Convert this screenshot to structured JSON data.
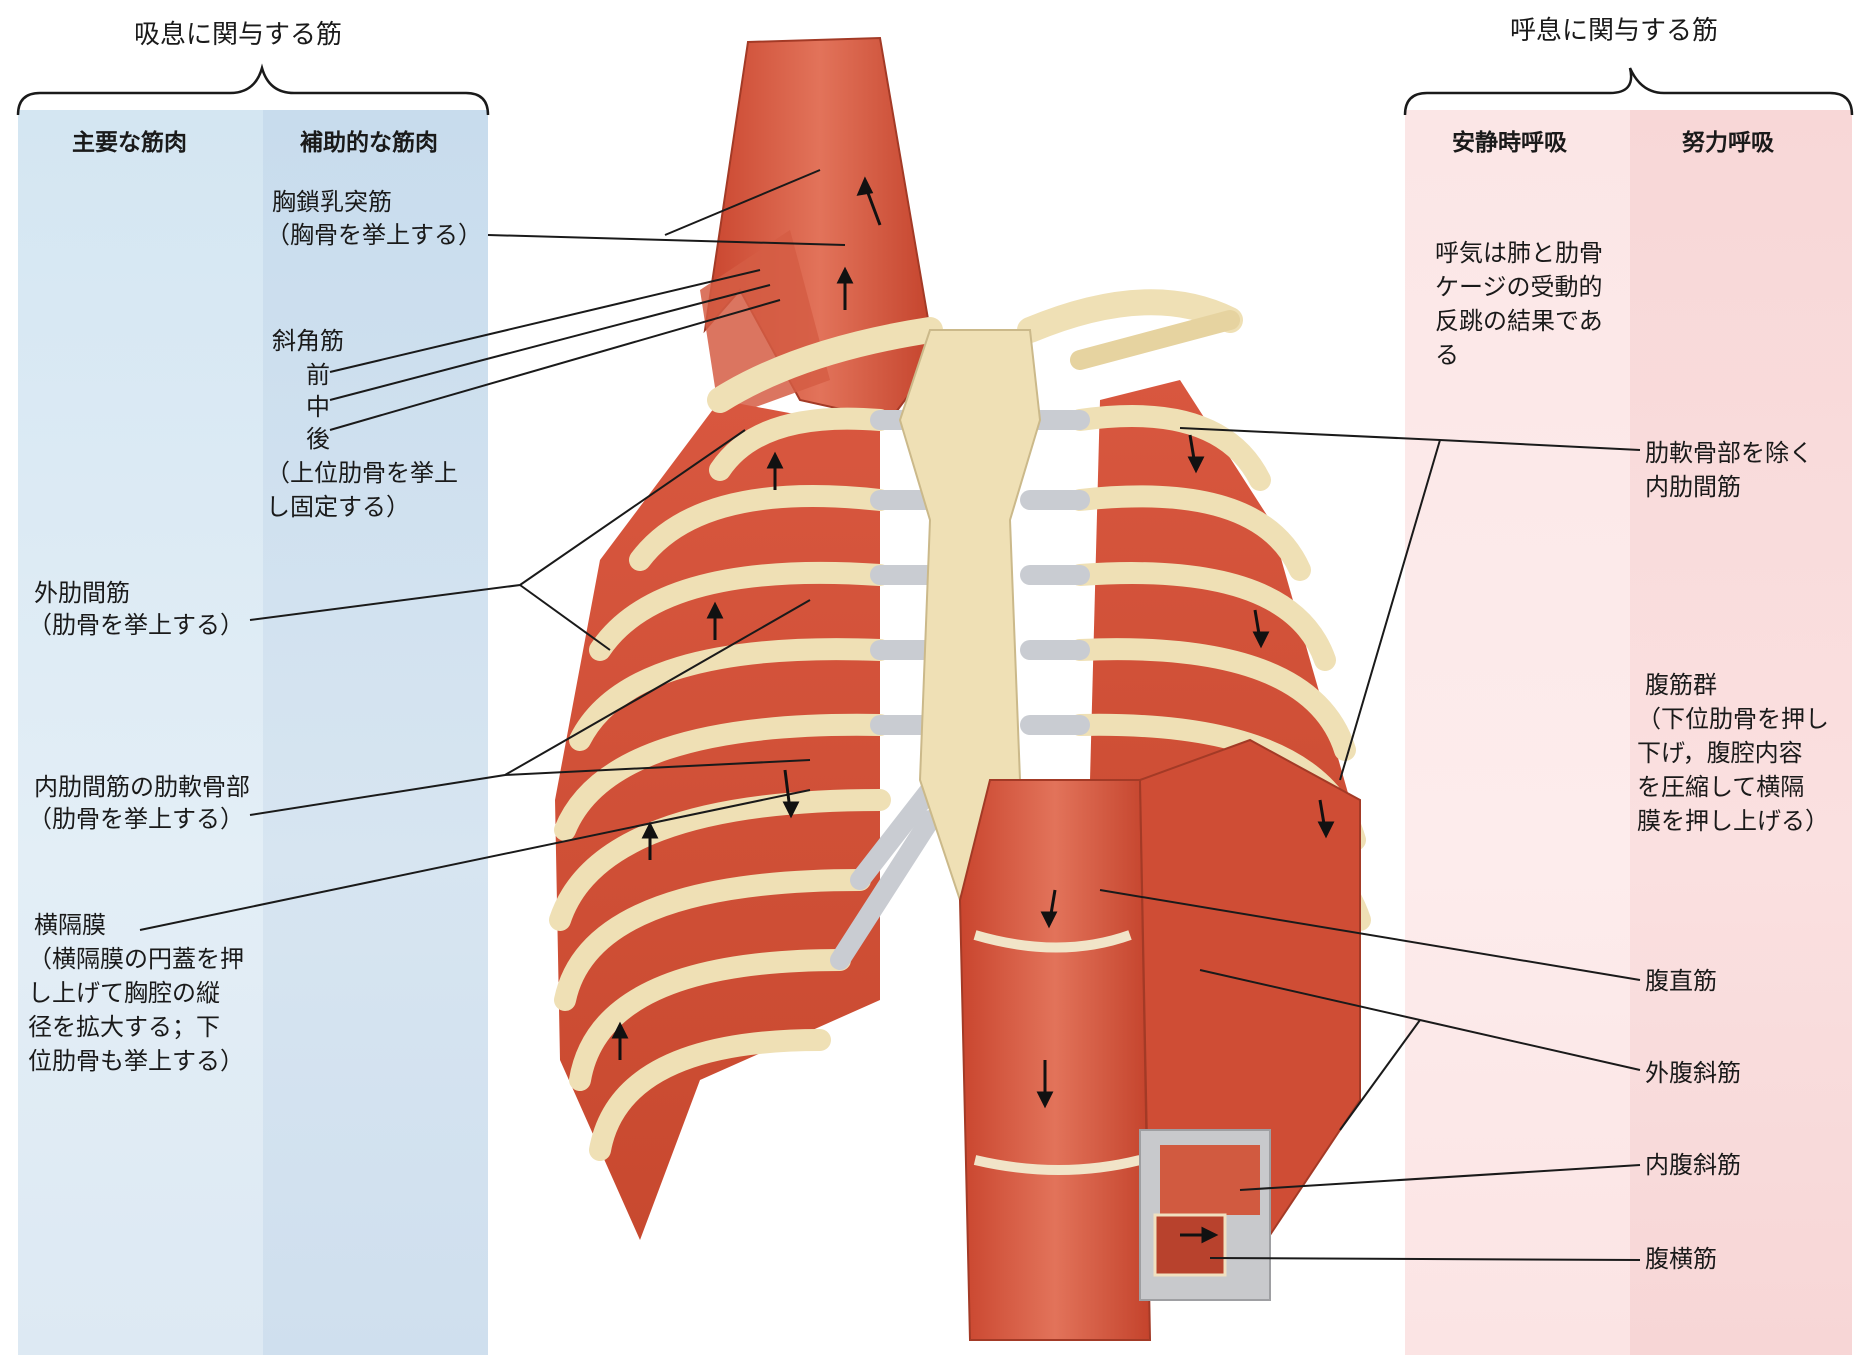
{
  "groups": {
    "inspiration": "吸息に関与する筋",
    "expiration": "呼息に関与する筋"
  },
  "columns": {
    "main_muscles": "主要な筋肉",
    "accessory_muscles": "補助的な筋肉",
    "quiet_breathing": "安静時呼吸",
    "forced_breathing": "努力呼吸"
  },
  "left_labels": {
    "scm_name": "胸鎖乳突筋",
    "scm_desc": "（胸骨を挙上する）",
    "scalene_name": "斜角筋",
    "scalene_ant": "前",
    "scalene_mid": "中",
    "scalene_post": "後",
    "scalene_desc": "（上位肋骨を挙上\nし固定する）",
    "ext_ic_name": "外肋間筋",
    "ext_ic_desc": "（肋骨を挙上する）",
    "int_ic_cart_name": "内肋間筋の肋軟骨部",
    "int_ic_cart_desc": "（肋骨を挙上する）",
    "diaphragm_name": "横隔膜",
    "diaphragm_desc": "（横隔膜の円蓋を押\nし上げて胸腔の縦\n径を拡大する；下\n位肋骨も挙上する）"
  },
  "right_labels": {
    "quiet_note": "呼気は肺と肋骨\nケージの受動的\n反跳の結果であ\nる",
    "int_ic_exc": "肋軟骨部を除く\n内肋間筋",
    "abdominal_name": "腹筋群",
    "abdominal_desc": "（下位肋骨を押し\n下げ，腹腔内容\nを圧縮して横隔\n膜を押し上げる）",
    "rectus": "腹直筋",
    "ext_oblique": "外腹斜筋",
    "int_oblique": "内腹斜筋",
    "transversus": "腹横筋"
  },
  "colors": {
    "inspiration_main": "#d9e8f3",
    "inspiration_accessory": "#cddfee",
    "expiration_quiet": "#fce8e8",
    "expiration_forced": "#f9dbdb",
    "muscle": "#d9553c",
    "bone": "#efe0b5",
    "cartilage": "#c9ccd2"
  }
}
